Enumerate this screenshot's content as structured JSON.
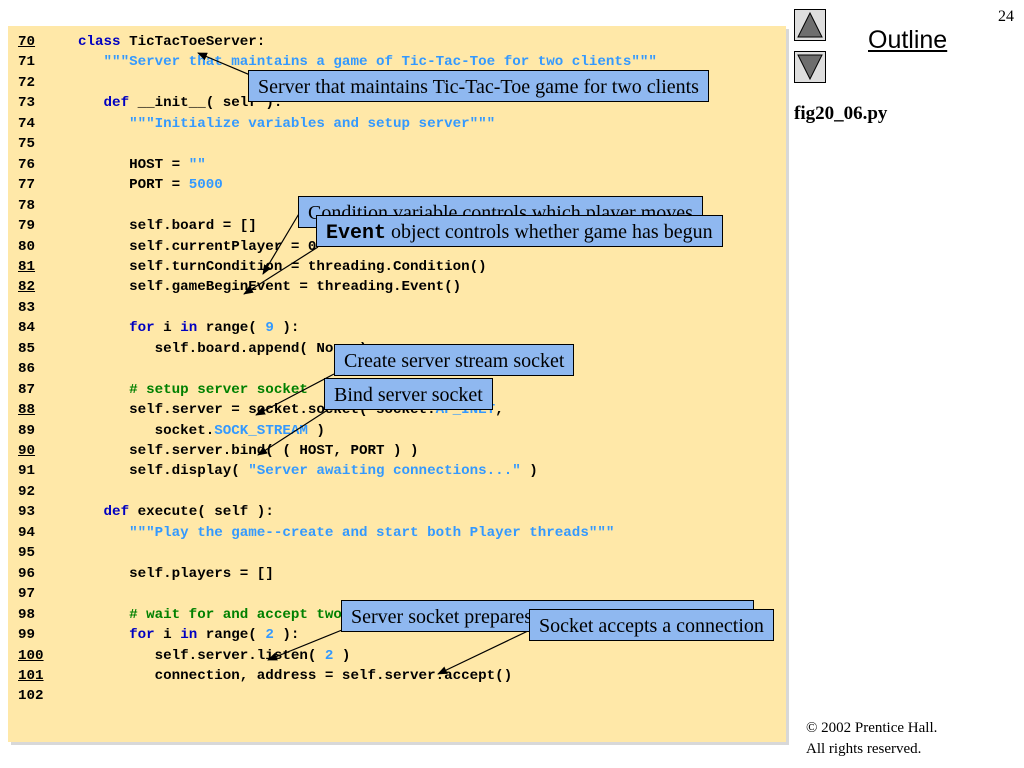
{
  "page_number": "24",
  "outline_label": "Outline",
  "filename": "fig20_06.py",
  "copyright": {
    "line1": "© 2002 Prentice Hall.",
    "line2": "All rights reserved."
  },
  "nav": {
    "up": "up-arrow",
    "down": "down-arrow"
  },
  "code_lines": [
    {
      "num": "70",
      "underline": true,
      "segments": [
        {
          "t": "kw",
          "v": "class"
        },
        {
          "t": "n",
          "v": " TicTacToeServer:"
        }
      ]
    },
    {
      "num": "71",
      "underline": false,
      "segments": [
        {
          "t": "st",
          "v": "   \"\"\"Server that maintains a game of Tic-Tac-Toe for two clients\"\"\""
        }
      ]
    },
    {
      "num": "72",
      "underline": false,
      "segments": []
    },
    {
      "num": "73",
      "underline": false,
      "segments": [
        {
          "t": "n",
          "v": "   "
        },
        {
          "t": "kw",
          "v": "def"
        },
        {
          "t": "n",
          "v": " __init__( self ):"
        }
      ]
    },
    {
      "num": "74",
      "underline": false,
      "segments": [
        {
          "t": "st",
          "v": "      \"\"\"Initialize variables and setup server\"\"\""
        }
      ]
    },
    {
      "num": "75",
      "underline": false,
      "segments": []
    },
    {
      "num": "76",
      "underline": false,
      "segments": [
        {
          "t": "n",
          "v": "      HOST = "
        },
        {
          "t": "st",
          "v": "\"\""
        }
      ]
    },
    {
      "num": "77",
      "underline": false,
      "segments": [
        {
          "t": "n",
          "v": "      PORT = "
        },
        {
          "t": "st",
          "v": "5000"
        }
      ]
    },
    {
      "num": "78",
      "underline": false,
      "segments": []
    },
    {
      "num": "79",
      "underline": false,
      "segments": [
        {
          "t": "n",
          "v": "      self.board = []"
        }
      ]
    },
    {
      "num": "80",
      "underline": false,
      "segments": [
        {
          "t": "n",
          "v": "      self.currentPlayer = 0"
        }
      ]
    },
    {
      "num": "81",
      "underline": true,
      "segments": [
        {
          "t": "n",
          "v": "      self.turnCondition = threading.Condition()"
        }
      ]
    },
    {
      "num": "82",
      "underline": true,
      "segments": [
        {
          "t": "n",
          "v": "      self.gameBeginEvent = threading.Event()"
        }
      ]
    },
    {
      "num": "83",
      "underline": false,
      "segments": []
    },
    {
      "num": "84",
      "underline": false,
      "segments": [
        {
          "t": "n",
          "v": "      "
        },
        {
          "t": "kw",
          "v": "for"
        },
        {
          "t": "n",
          "v": " i "
        },
        {
          "t": "kw",
          "v": "in"
        },
        {
          "t": "n",
          "v": " range( "
        },
        {
          "t": "st",
          "v": "9"
        },
        {
          "t": "n",
          "v": " ):"
        }
      ]
    },
    {
      "num": "85",
      "underline": false,
      "segments": [
        {
          "t": "n",
          "v": "         self.board.append( None )"
        }
      ]
    },
    {
      "num": "86",
      "underline": false,
      "segments": []
    },
    {
      "num": "87",
      "underline": false,
      "segments": [
        {
          "t": "cm",
          "v": "      # setup server socket"
        }
      ]
    },
    {
      "num": "88",
      "underline": true,
      "segments": [
        {
          "t": "n",
          "v": "      self.server = socket.socket( socket."
        },
        {
          "t": "st",
          "v": "AF_INET"
        },
        {
          "t": "n",
          "v": ","
        }
      ]
    },
    {
      "num": "89",
      "underline": false,
      "segments": [
        {
          "t": "n",
          "v": "         socket."
        },
        {
          "t": "st",
          "v": "SOCK_STREAM"
        },
        {
          "t": "n",
          "v": " )"
        }
      ]
    },
    {
      "num": "90",
      "underline": true,
      "segments": [
        {
          "t": "n",
          "v": "      self.server.bind( ( HOST, PORT ) )"
        }
      ]
    },
    {
      "num": "91",
      "underline": false,
      "segments": [
        {
          "t": "n",
          "v": "      self.display( "
        },
        {
          "t": "st",
          "v": "\"Server awaiting connections...\""
        },
        {
          "t": "n",
          "v": " )"
        }
      ]
    },
    {
      "num": "92",
      "underline": false,
      "segments": []
    },
    {
      "num": "93",
      "underline": false,
      "segments": [
        {
          "t": "n",
          "v": "   "
        },
        {
          "t": "kw",
          "v": "def"
        },
        {
          "t": "n",
          "v": " execute( self ):"
        }
      ]
    },
    {
      "num": "94",
      "underline": false,
      "segments": [
        {
          "t": "st",
          "v": "      \"\"\"Play the game--create and start both Player threads\"\"\""
        }
      ]
    },
    {
      "num": "95",
      "underline": false,
      "segments": []
    },
    {
      "num": "96",
      "underline": false,
      "segments": [
        {
          "t": "n",
          "v": "      self.players = []"
        }
      ]
    },
    {
      "num": "97",
      "underline": false,
      "segments": []
    },
    {
      "num": "98",
      "underline": false,
      "segments": [
        {
          "t": "cm",
          "v": "      # wait for and accept two client connections"
        }
      ]
    },
    {
      "num": "99",
      "underline": false,
      "segments": [
        {
          "t": "n",
          "v": "      "
        },
        {
          "t": "kw",
          "v": "for"
        },
        {
          "t": "n",
          "v": " i "
        },
        {
          "t": "kw",
          "v": "in"
        },
        {
          "t": "n",
          "v": " range( "
        },
        {
          "t": "st",
          "v": "2"
        },
        {
          "t": "n",
          "v": " ):"
        }
      ]
    },
    {
      "num": "100",
      "underline": true,
      "segments": [
        {
          "t": "n",
          "v": "         self.server.listen( "
        },
        {
          "t": "st",
          "v": "2"
        },
        {
          "t": "n",
          "v": " )"
        }
      ]
    },
    {
      "num": "101",
      "underline": true,
      "segments": [
        {
          "t": "n",
          "v": "         connection, address = self.server.accept()"
        }
      ]
    },
    {
      "num": "102",
      "underline": false,
      "segments": []
    }
  ],
  "callouts": {
    "server_maintains": "Server that maintains Tic-Tac-Toe game for two clients",
    "condition_var": "Condition variable controls which player moves",
    "event_code": "Event",
    "event_rest": " object controls whether game has begun",
    "create_socket": "Create server stream socket",
    "bind_socket": "Bind server socket",
    "prepares": "Server socket prepares to accept two connections",
    "accepts": "Socket accepts a connection"
  }
}
